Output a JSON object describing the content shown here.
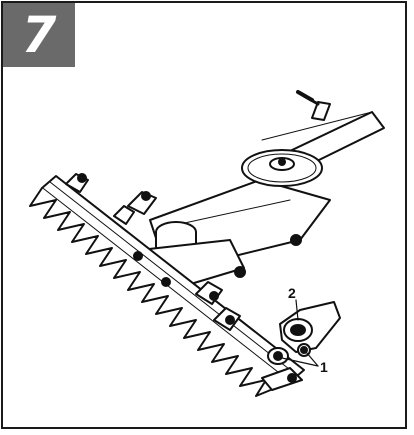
{
  "step": {
    "number": "7"
  },
  "callouts": [
    {
      "label": "1"
    },
    {
      "label": "2"
    }
  ],
  "colors": {
    "badge": "#6a6a6a",
    "badge_text": "#ffffff",
    "frame": "#1a1a1a",
    "ink": "#111111"
  }
}
